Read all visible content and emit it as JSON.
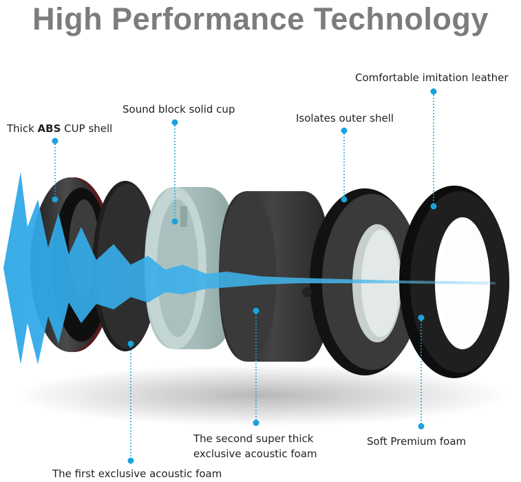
{
  "title": "High Performance Technology",
  "labels": {
    "abs_prefix": "Thick ",
    "abs_bold": "ABS",
    "abs_suffix": " CUP shell",
    "sound_block": "Sound block solid cup",
    "isolates": "Isolates outer shell",
    "leather": "Comfortable imitation leather",
    "second_foam_line1": "The second super thick",
    "second_foam_line2": "exclusive  acoustic foam",
    "soft_foam": "Soft Premium foam",
    "first_foam": "The first exclusive acoustic foam"
  },
  "colors": {
    "title": "#7c7c7c",
    "leader": "#1aa3dc",
    "wave": "#3fb0e6"
  }
}
